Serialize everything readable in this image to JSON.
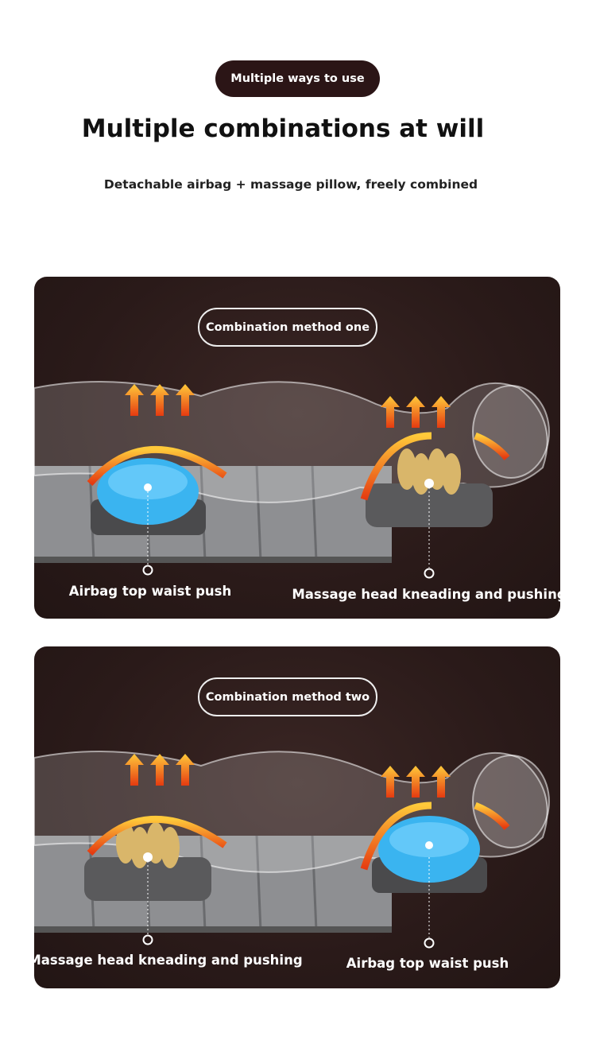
{
  "header": {
    "badge": "Multiple ways to use",
    "title": "Multiple combinations at will",
    "subtitle": "Detachable airbag + massage pillow, freely combined"
  },
  "cards": [
    {
      "method": "Combination method one",
      "left_label": "Airbag top waist push",
      "right_label": "Massage head kneading and pushing"
    },
    {
      "method": "Combination method two",
      "left_label": "Massage head kneading and pushing",
      "right_label": "Airbag top waist push"
    }
  ],
  "colors": {
    "dark": "#2b1516",
    "airbag": "#3ab4f0",
    "massage": "#d9b66a",
    "heat": "#f07a1a"
  }
}
